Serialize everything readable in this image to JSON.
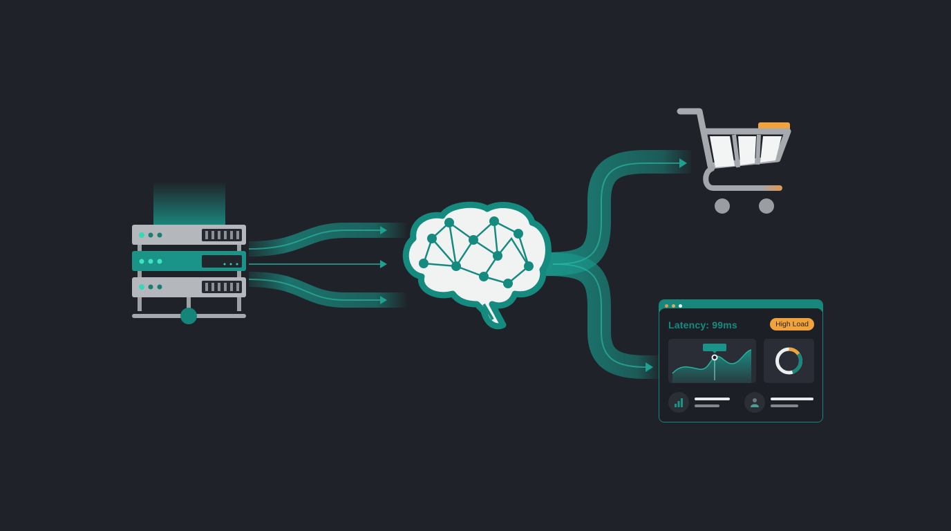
{
  "diagram": {
    "title": "",
    "theme": {
      "background": "#1f2228",
      "accent": "#1a9488",
      "accent_light": "#2fd3b5",
      "warning": "#f0a23c",
      "neutral": "#a6a8ad"
    },
    "nodes": [
      {
        "id": "server",
        "label": "",
        "icon": "server-rack-icon"
      },
      {
        "id": "brain",
        "label": "",
        "icon": "ai-brain-network-icon"
      },
      {
        "id": "cart",
        "label": "",
        "icon": "shopping-cart-icon"
      },
      {
        "id": "dashboard",
        "label": "",
        "icon": "monitoring-dashboard-icon"
      }
    ],
    "edges": [
      {
        "from": "server",
        "to": "brain",
        "count": 3
      },
      {
        "from": "brain",
        "to": "cart"
      },
      {
        "from": "brain",
        "to": "dashboard"
      }
    ]
  },
  "dashboard": {
    "latency_label": "Latency: 99ms",
    "status_badge": "High Load",
    "window_dots": [
      "#d99a5a",
      "#d9b060",
      "#e8f4f6"
    ],
    "donut": {
      "segments": [
        {
          "color": "#f0a23c",
          "fraction": 0.15
        },
        {
          "color": "#17877c",
          "fraction": 0.3
        },
        {
          "color": "#eceff0",
          "fraction": 0.55
        }
      ]
    },
    "stats": [
      {
        "icon": "bar-chart-icon"
      },
      {
        "icon": "user-icon"
      }
    ]
  }
}
